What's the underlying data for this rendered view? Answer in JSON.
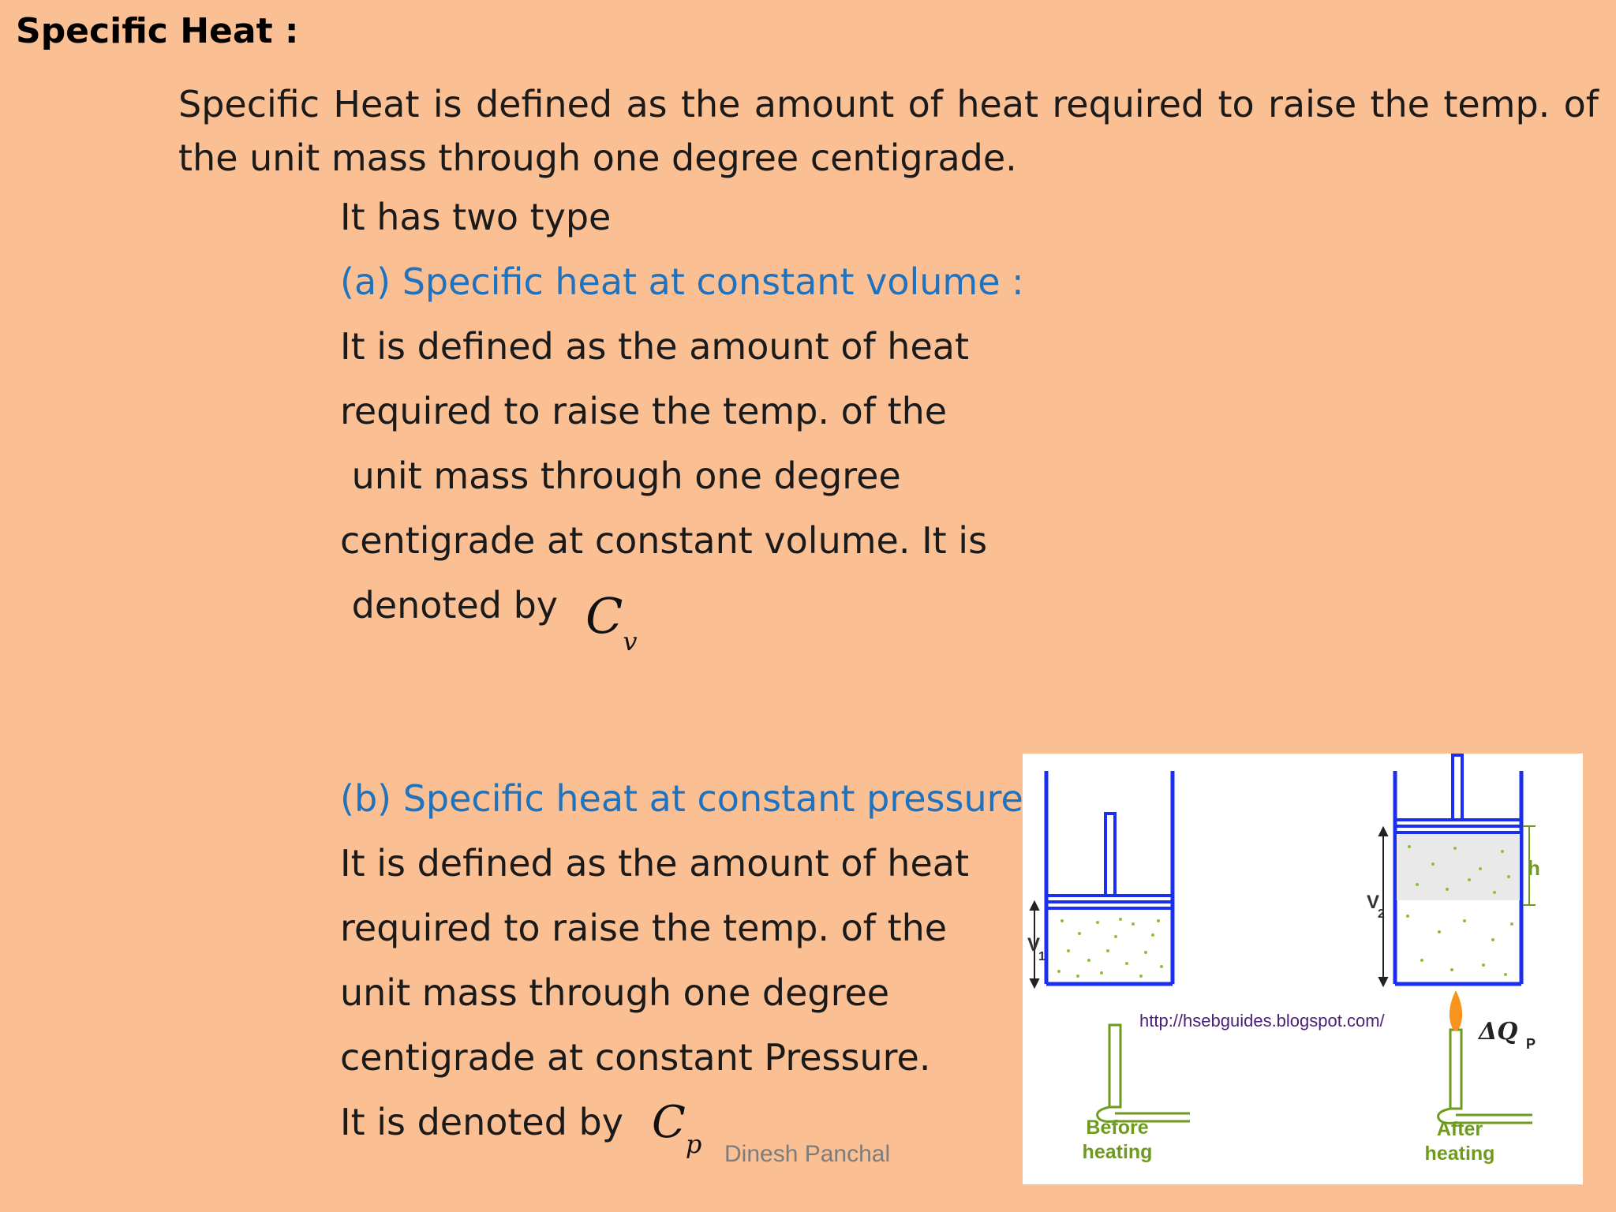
{
  "title": "Specific Heat :",
  "definition": "Specific Heat is defined as the amount of heat required to raise the temp. of the unit mass through one degree centigrade.",
  "types_intro": "It has two type",
  "type_a": {
    "heading": "(a) Specific heat at constant volume :",
    "lines": [
      "It is defined as the amount of heat",
      "required to raise the temp. of the",
      " unit mass through one degree",
      "centigrade at constant volume. It is",
      " denoted by"
    ],
    "symbol": "C",
    "symbol_sub": "v"
  },
  "type_b": {
    "heading": "(b) Specific heat at constant pressure:",
    "lines": [
      "It is defined as the amount of heat",
      "required to raise the temp. of the",
      "unit mass through one degree",
      "centigrade at constant Pressure.",
      "It is denoted by"
    ],
    "symbol": "C",
    "symbol_sub": "p"
  },
  "author": "Dinesh Panchal",
  "figure": {
    "label_v1": "V",
    "label_v1_sub": "1",
    "label_v2": "V",
    "label_v2_sub": "2",
    "label_h": "h",
    "url": "http://hsebguides.blogspot.com/",
    "delta_q": "ΔQ",
    "delta_q_sub": "P",
    "before_line1": "Before",
    "before_line2": "heating",
    "after_line1": "After",
    "after_line2": "heating",
    "colors": {
      "cylinder": "#1A2FF0",
      "burner": "#6E9A1E",
      "label_green": "#6E9A1E",
      "flame": "#F7941D",
      "url": "#4B1E78"
    }
  }
}
